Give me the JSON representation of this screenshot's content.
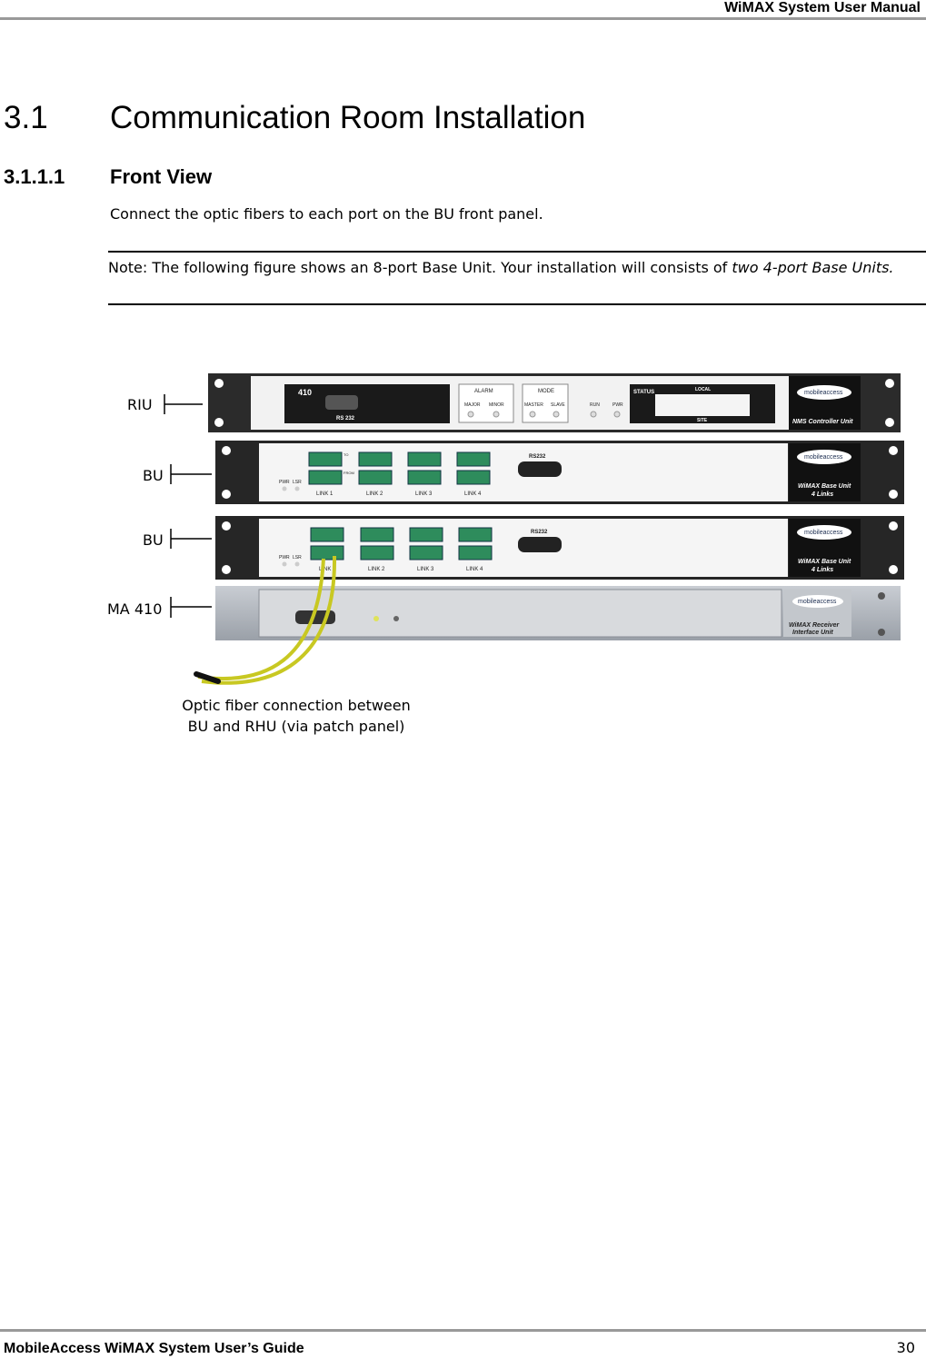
{
  "header": {
    "title": "WiMAX System User Manual"
  },
  "section": {
    "number": "3.1",
    "title": "Communication Room Installation"
  },
  "subsection": {
    "number": "3.1.1.1",
    "title": "Front View"
  },
  "body": {
    "text": "Connect the optic fibers to each port on the BU front panel."
  },
  "note": {
    "prefix": "Note: The following figure shows an 8-port Base Unit. Your installation will consists of ",
    "emphasis": "two 4-port Base Units."
  },
  "figure": {
    "labels": {
      "riu": "RIU",
      "bu1": "BU",
      "bu2": "BU",
      "ma410": "MA 410"
    },
    "caption_line1": "Optic fiber connection between",
    "caption_line2": "BU and RHU (via patch panel)",
    "riu_panel": {
      "model": "410",
      "rs232": "RS 232",
      "alarm": "ALARM",
      "major": "MAJOR",
      "minor": "MINOR",
      "mode": "MODE",
      "master": "MASTER",
      "slave": "SLAVE",
      "run": "RUN",
      "pwr": "PWR",
      "status": "STATUS",
      "local": "LOCAL",
      "site": "SITE",
      "logo": "mobileaccess",
      "unit": "NMS Controller Unit"
    },
    "bu_panel": {
      "rs232": "RS232",
      "pwr": "PWR",
      "lsr": "LSR",
      "links": [
        "LINK 1",
        "LINK 2",
        "LINK 3",
        "LINK 4"
      ],
      "to": "TO",
      "from": "FROM",
      "logo": "mobileaccess",
      "unit1": "WiMAX Base Unit",
      "unit2": "4 Links"
    },
    "receiver_panel": {
      "logo": "mobileaccess",
      "unit1": "WiMAX Receiver",
      "unit2": "Interface Unit"
    }
  },
  "footer": {
    "left": "MobileAccess WiMAX System User’s Guide",
    "page": "30"
  }
}
